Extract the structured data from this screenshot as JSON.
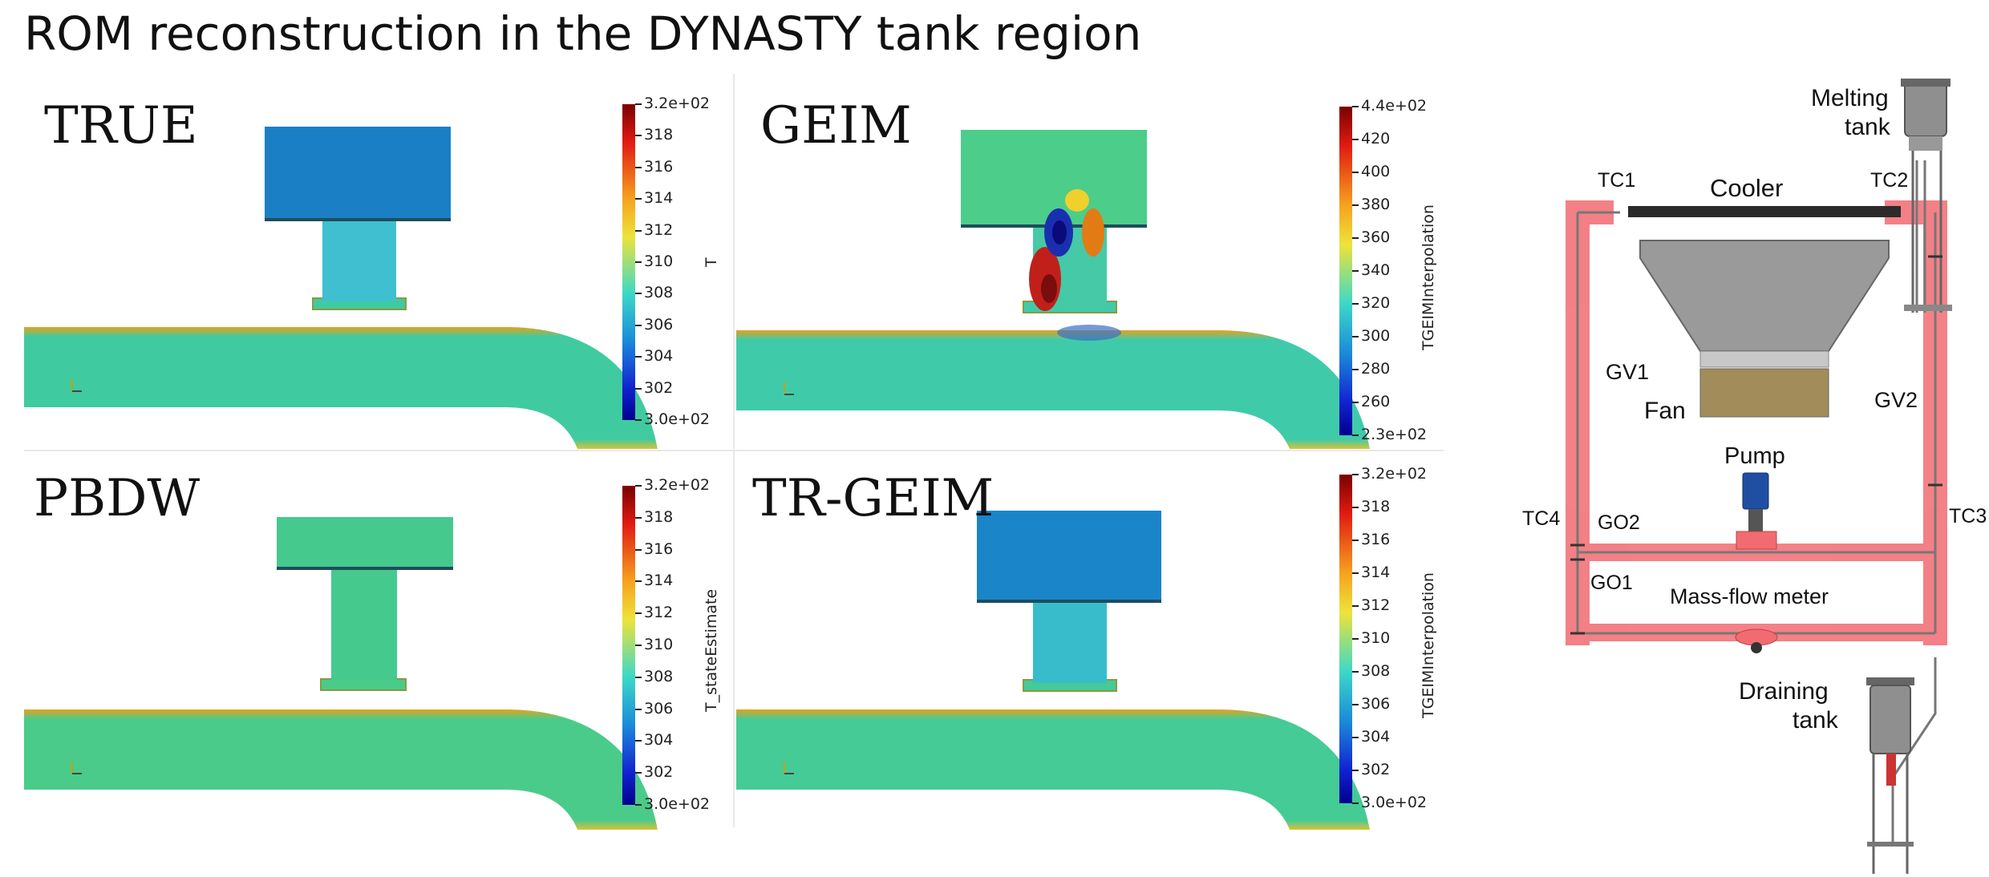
{
  "title": "ROM reconstruction in the DYNASTY tank region",
  "panels": [
    {
      "label": "TRUE",
      "cbar_var": "T",
      "cbar_max": "3.2e+02",
      "cbar_min": "3.0e+02",
      "ticks": [
        "318",
        "316",
        "314",
        "312",
        "310",
        "308",
        "306",
        "304",
        "302"
      ]
    },
    {
      "label": "GEIM",
      "cbar_var": "TGEIMInterpolation",
      "cbar_max": "4.4e+02",
      "cbar_min": "2.3e+02",
      "ticks": [
        "420",
        "400",
        "380",
        "360",
        "340",
        "320",
        "300",
        "280",
        "260"
      ]
    },
    {
      "label": "PBDW",
      "cbar_var": "T_stateEstimate",
      "cbar_max": "3.2e+02",
      "cbar_min": "3.0e+02",
      "ticks": [
        "318",
        "316",
        "314",
        "312",
        "310",
        "308",
        "306",
        "304",
        "302"
      ]
    },
    {
      "label": "TR-GEIM",
      "cbar_var": "TGEIMInterpolation",
      "cbar_max": "3.2e+02",
      "cbar_min": "3.0e+02",
      "ticks": [
        "318",
        "316",
        "314",
        "312",
        "310",
        "308",
        "306",
        "304",
        "302"
      ]
    }
  ],
  "schematic": {
    "melting_tank_1": "Melting",
    "melting_tank_2": "tank",
    "tc1": "TC1",
    "tc2": "TC2",
    "tc3": "TC3",
    "tc4": "TC4",
    "cooler": "Cooler",
    "fan": "Fan",
    "gv1": "GV1",
    "gv2": "GV2",
    "go1": "GO1",
    "go2": "GO2",
    "pump": "Pump",
    "mass_flow": "Mass-flow meter",
    "draining_tank_1": "Draining",
    "draining_tank_2": "tank"
  },
  "colors": {
    "jet_low": "#00008f",
    "jet_mid": "#36d6c8",
    "jet_high": "#8b0000",
    "pipe_highlight": "#f26b72"
  }
}
